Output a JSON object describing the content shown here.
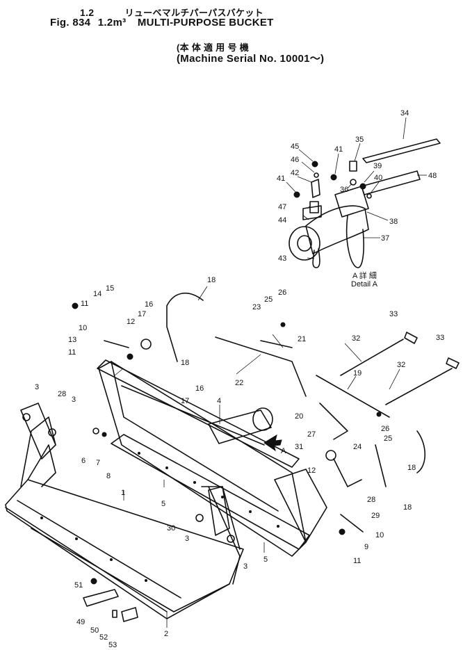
{
  "header": {
    "section": "1.2",
    "section_jp": "リューベマルチパーパスバケット",
    "figure": "Fig. 834",
    "size": "1.2m³",
    "title": "MULTI-PURPOSE BUCKET",
    "serial_jp": "(本 体 適 用 号 機",
    "serial": "(Machine Serial No. 10001～)"
  },
  "detail": {
    "arrow_label": "A",
    "label_jp": "A 詳 細",
    "label": "Detail A"
  },
  "callouts": [
    {
      "id": "c34",
      "text": "34"
    },
    {
      "id": "c45",
      "text": "45"
    },
    {
      "id": "c41a",
      "text": "41"
    },
    {
      "id": "c35",
      "text": "35"
    },
    {
      "id": "c46",
      "text": "46"
    },
    {
      "id": "c39",
      "text": "39"
    },
    {
      "id": "c42",
      "text": "42"
    },
    {
      "id": "c40",
      "text": "40"
    },
    {
      "id": "c48",
      "text": "48"
    },
    {
      "id": "c41b",
      "text": "41"
    },
    {
      "id": "c36",
      "text": "36"
    },
    {
      "id": "c47",
      "text": "47"
    },
    {
      "id": "c44",
      "text": "44"
    },
    {
      "id": "c38",
      "text": "38"
    },
    {
      "id": "c37",
      "text": "37"
    },
    {
      "id": "c43",
      "text": "43"
    },
    {
      "id": "c18a",
      "text": "18"
    },
    {
      "id": "c14",
      "text": "14"
    },
    {
      "id": "c15",
      "text": "15"
    },
    {
      "id": "c11a",
      "text": "11"
    },
    {
      "id": "c16a",
      "text": "16"
    },
    {
      "id": "c17a",
      "text": "17"
    },
    {
      "id": "c12a",
      "text": "12"
    },
    {
      "id": "c10a",
      "text": "10"
    },
    {
      "id": "c13",
      "text": "13"
    },
    {
      "id": "c18b",
      "text": "18"
    },
    {
      "id": "c11b",
      "text": "11"
    },
    {
      "id": "c16b",
      "text": "16"
    },
    {
      "id": "c17b",
      "text": "17"
    },
    {
      "id": "c25a",
      "text": "25"
    },
    {
      "id": "c26a",
      "text": "26"
    },
    {
      "id": "c23",
      "text": "23"
    },
    {
      "id": "c21",
      "text": "21"
    },
    {
      "id": "c22",
      "text": "22"
    },
    {
      "id": "c33a",
      "text": "33"
    },
    {
      "id": "c32a",
      "text": "32"
    },
    {
      "id": "c33b",
      "text": "33"
    },
    {
      "id": "c19",
      "text": "19"
    },
    {
      "id": "c32b",
      "text": "32"
    },
    {
      "id": "c4",
      "text": "4"
    },
    {
      "id": "c20",
      "text": "20"
    },
    {
      "id": "c26b",
      "text": "26"
    },
    {
      "id": "c24",
      "text": "24"
    },
    {
      "id": "c25b",
      "text": "25"
    },
    {
      "id": "c28a",
      "text": "28"
    },
    {
      "id": "c3a",
      "text": "3"
    },
    {
      "id": "c3b",
      "text": "3"
    },
    {
      "id": "c27",
      "text": "27"
    },
    {
      "id": "c31",
      "text": "31"
    },
    {
      "id": "c18c",
      "text": "18"
    },
    {
      "id": "c6",
      "text": "6"
    },
    {
      "id": "c7",
      "text": "7"
    },
    {
      "id": "c8",
      "text": "8"
    },
    {
      "id": "c12b",
      "text": "12"
    },
    {
      "id": "c1",
      "text": "1"
    },
    {
      "id": "c5a",
      "text": "5"
    },
    {
      "id": "c28b",
      "text": "28"
    },
    {
      "id": "c18d",
      "text": "18"
    },
    {
      "id": "c29",
      "text": "29"
    },
    {
      "id": "c30",
      "text": "30"
    },
    {
      "id": "c3c",
      "text": "3"
    },
    {
      "id": "c10b",
      "text": "10"
    },
    {
      "id": "c9",
      "text": "9"
    },
    {
      "id": "c5b",
      "text": "5"
    },
    {
      "id": "c3d",
      "text": "3"
    },
    {
      "id": "c11c",
      "text": "11"
    },
    {
      "id": "c51",
      "text": "51"
    },
    {
      "id": "c49",
      "text": "49"
    },
    {
      "id": "c50",
      "text": "50"
    },
    {
      "id": "c52",
      "text": "52"
    },
    {
      "id": "c53",
      "text": "53"
    },
    {
      "id": "c2",
      "text": "2"
    }
  ]
}
